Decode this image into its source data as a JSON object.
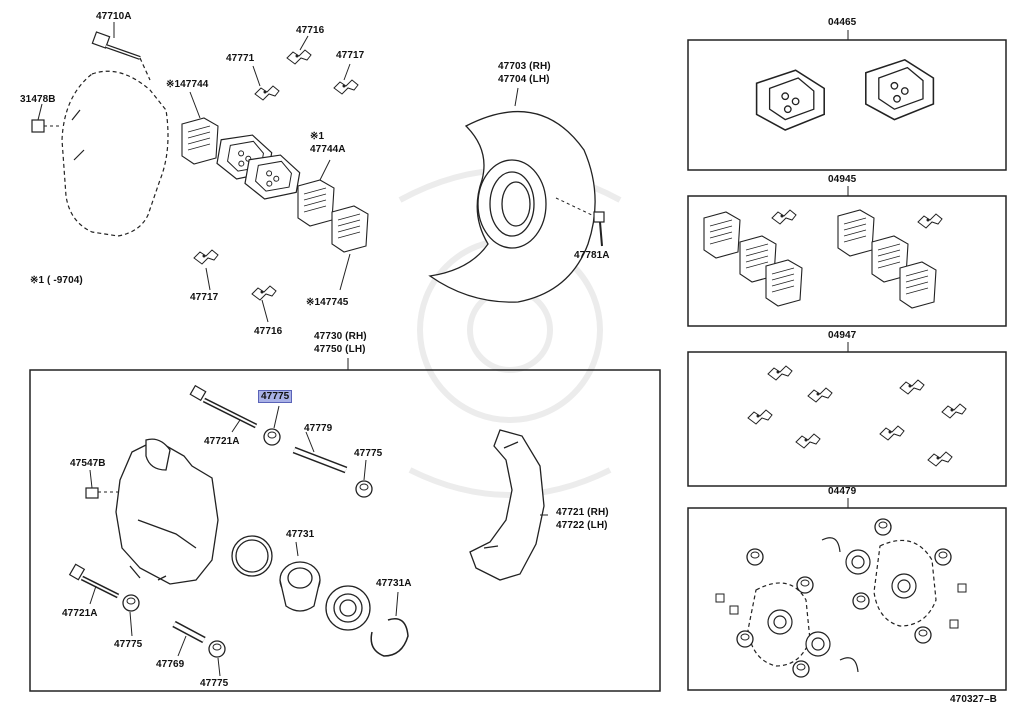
{
  "labels": {
    "p47710A": "47710A",
    "p31478B": "31478B",
    "p47771": "47771",
    "p147744": "※147744",
    "p47716_top": "47716",
    "p47717_top": "47717",
    "p_note1": "※1",
    "p47744A": "47744A",
    "p47703": "47703 (RH)",
    "p47704": "47704 (LH)",
    "p47781A": "47781A",
    "p_note_range": "※1 (      -9704)",
    "p47717_bot": "47717",
    "p47716_bot": "47716",
    "p147745": "※147745",
    "p47730": "47730 (RH)",
    "p47750": "47750 (LH)",
    "p47775_hl": "47775",
    "p47721A_top": "47721A",
    "p47779": "47779",
    "p47775_right": "47775",
    "p47547B": "47547B",
    "p47721": "47721 (RH)",
    "p47722": "47722 (LH)",
    "p47731": "47731",
    "p47731A": "47731A",
    "p47721A_bot": "47721A",
    "p47775_left": "47775",
    "p47769": "47769",
    "p47775_bottom": "47775",
    "kit04465": "04465",
    "kit04945": "04945",
    "kit04947": "04947",
    "kit04479": "04479",
    "diagram_code": "470327–B"
  },
  "highlight_part": "47775",
  "colors": {
    "line": "#222222",
    "highlight_fill": "#a9b1e6",
    "watermark": "#ececec"
  }
}
